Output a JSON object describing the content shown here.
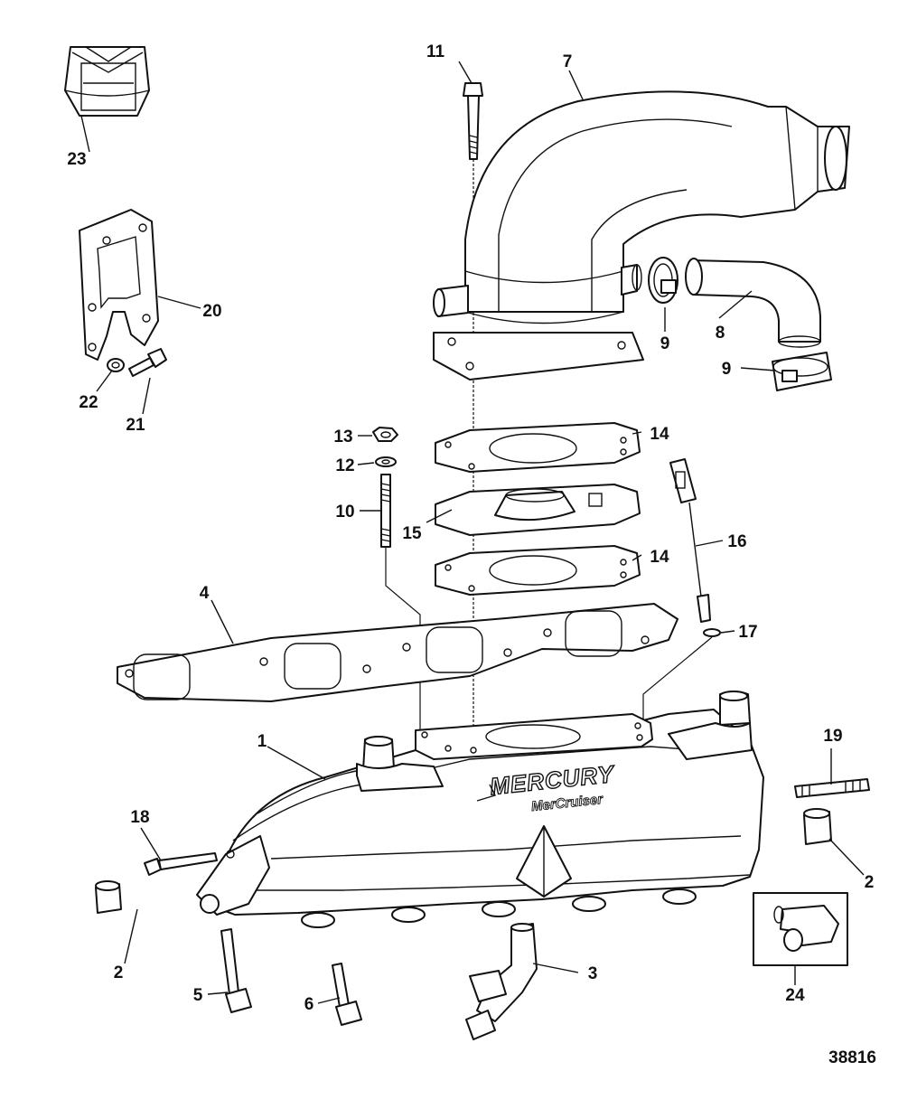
{
  "diagram": {
    "figure_number": "38816",
    "logo": {
      "brand": "MERCURY",
      "sub_brand": "MerCruiser"
    },
    "callouts": [
      {
        "id": "c1",
        "text": "1"
      },
      {
        "id": "c2a",
        "text": "2"
      },
      {
        "id": "c2b",
        "text": "2"
      },
      {
        "id": "c3",
        "text": "3"
      },
      {
        "id": "c4",
        "text": "4"
      },
      {
        "id": "c5",
        "text": "5"
      },
      {
        "id": "c6",
        "text": "6"
      },
      {
        "id": "c7",
        "text": "7"
      },
      {
        "id": "c8",
        "text": "8"
      },
      {
        "id": "c9a",
        "text": "9"
      },
      {
        "id": "c9b",
        "text": "9"
      },
      {
        "id": "c10",
        "text": "10"
      },
      {
        "id": "c11",
        "text": "11"
      },
      {
        "id": "c12",
        "text": "12"
      },
      {
        "id": "c13",
        "text": "13"
      },
      {
        "id": "c14a",
        "text": "14"
      },
      {
        "id": "c14b",
        "text": "14"
      },
      {
        "id": "c15",
        "text": "15"
      },
      {
        "id": "c16",
        "text": "16"
      },
      {
        "id": "c17",
        "text": "17"
      },
      {
        "id": "c18",
        "text": "18"
      },
      {
        "id": "c19",
        "text": "19"
      },
      {
        "id": "c20",
        "text": "20"
      },
      {
        "id": "c21",
        "text": "21"
      },
      {
        "id": "c22",
        "text": "22"
      },
      {
        "id": "c23",
        "text": "23"
      },
      {
        "id": "c24",
        "text": "24"
      }
    ]
  }
}
